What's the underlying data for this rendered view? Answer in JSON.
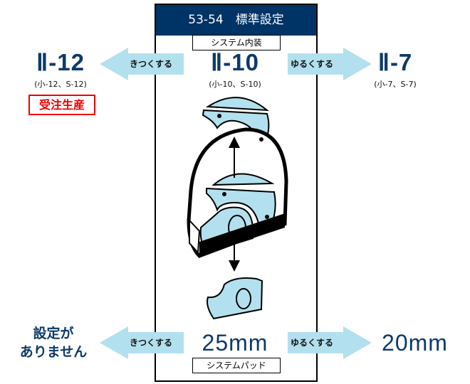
{
  "header": {
    "title": "53-54　標準設定"
  },
  "interior": {
    "label": "システム内装",
    "tighter": {
      "action": "きつくする",
      "value": "Ⅱ-12",
      "sub": "(小-12、S-12)",
      "badge": "受注生産"
    },
    "standard": {
      "value": "Ⅱ-10",
      "sub": "(小-10、S-10)"
    },
    "looser": {
      "action": "ゆるくする",
      "value": "Ⅱ-7",
      "sub": "(小-7、S-7)"
    }
  },
  "pad": {
    "label": "システムパッド",
    "tighter": {
      "action": "きつくする",
      "value_line1": "設定が",
      "value_line2": "ありません"
    },
    "standard": {
      "value": "25mm"
    },
    "looser": {
      "action": "ゆるくする",
      "value": "20mm"
    }
  },
  "colors": {
    "navy": "#003366",
    "arrow": "#b3e0ee",
    "red": "#ee0000"
  }
}
